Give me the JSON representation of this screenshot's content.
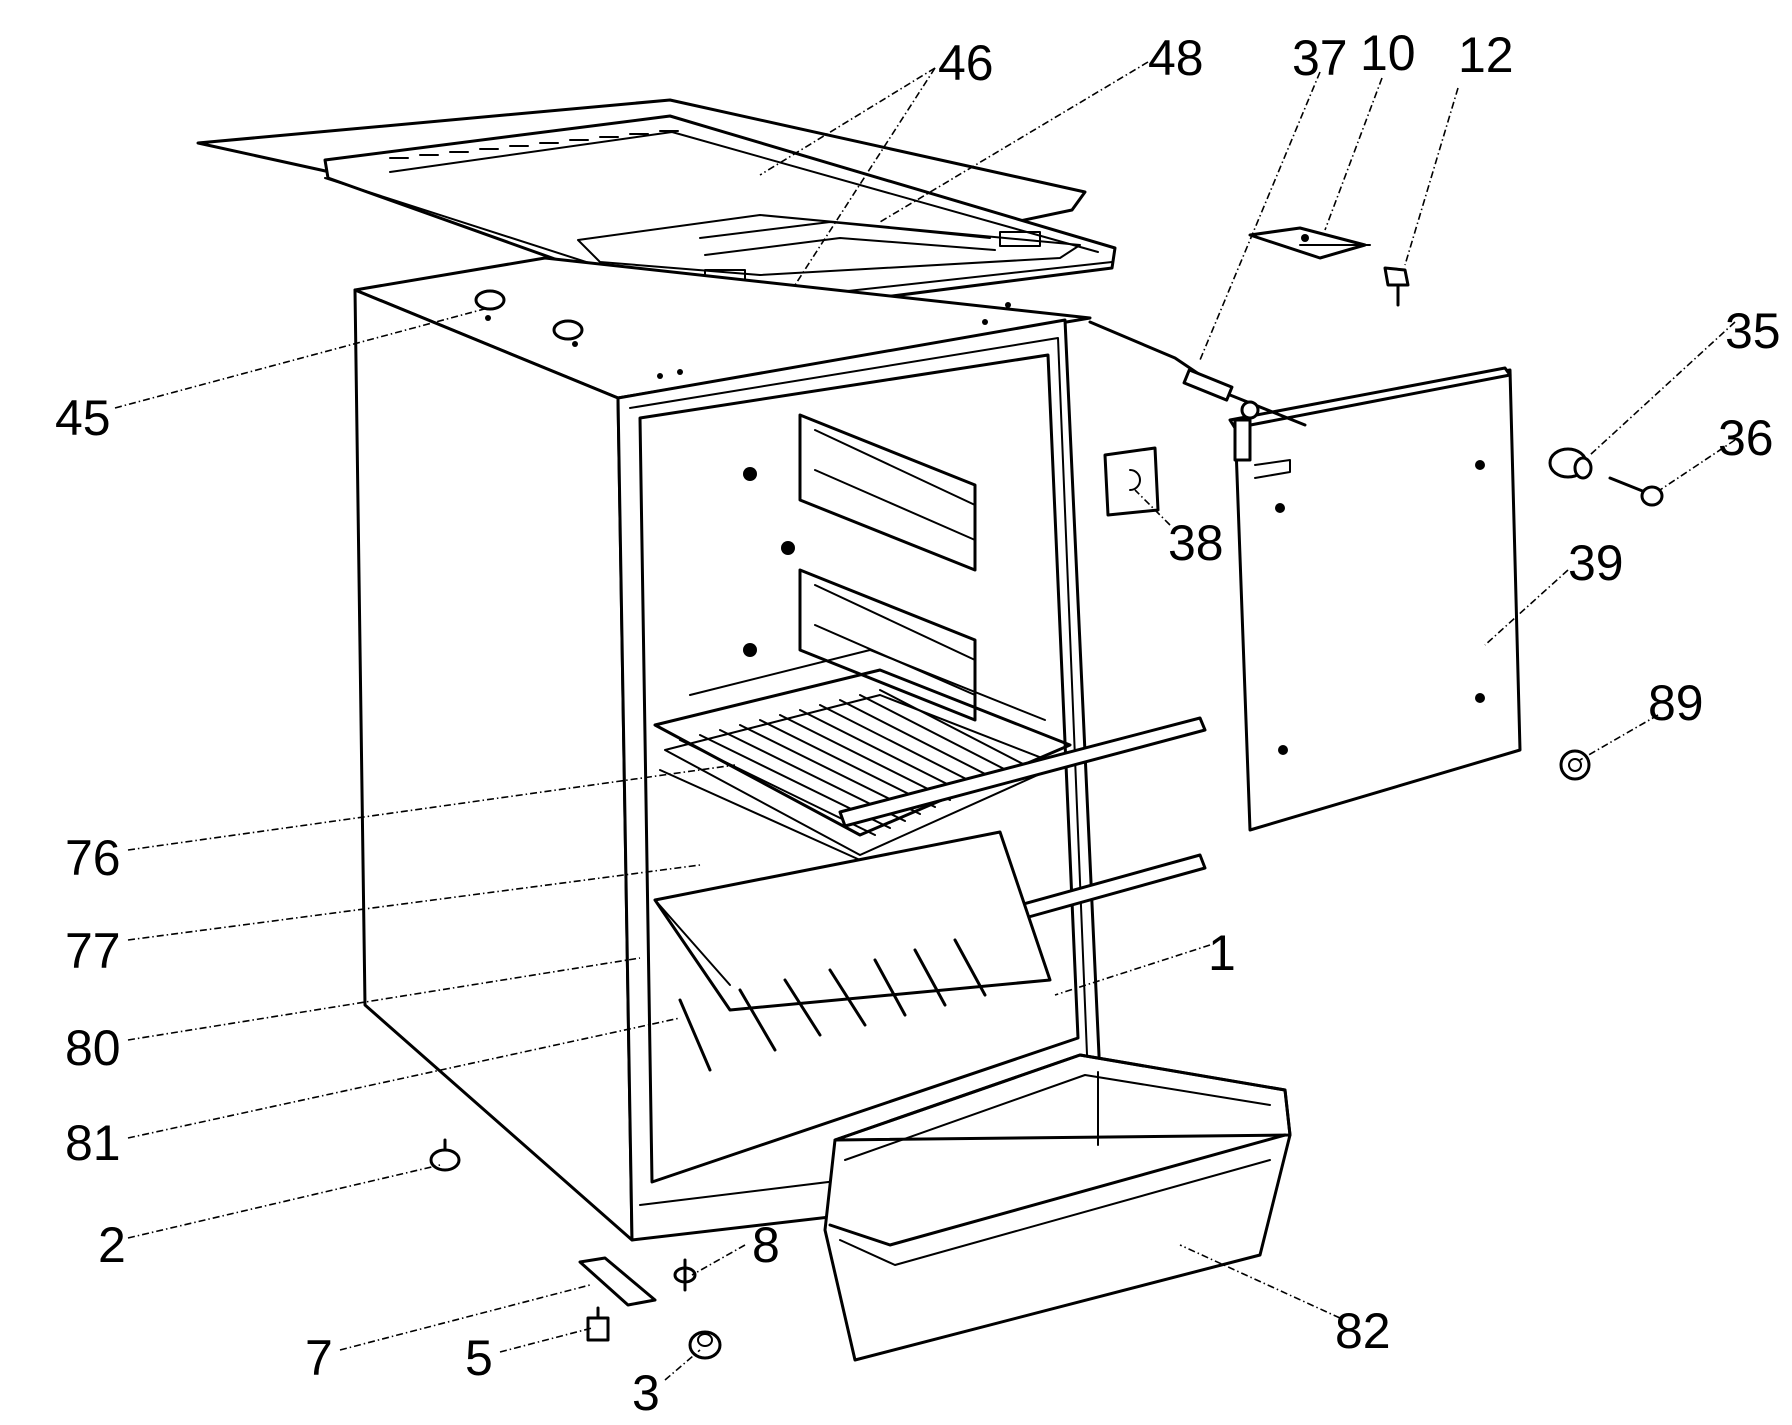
{
  "labels": {
    "l46": "46",
    "l48": "48",
    "l37": "37",
    "l10": "10",
    "l12": "12",
    "l35": "35",
    "l36": "36",
    "l45": "45",
    "l38": "38",
    "l39": "39",
    "l89": "89",
    "l76": "76",
    "l77": "77",
    "l80": "80",
    "l1": "1",
    "l81": "81",
    "l2": "2",
    "l8": "8",
    "l82": "82",
    "l7": "7",
    "l5": "5",
    "l3": "3"
  }
}
